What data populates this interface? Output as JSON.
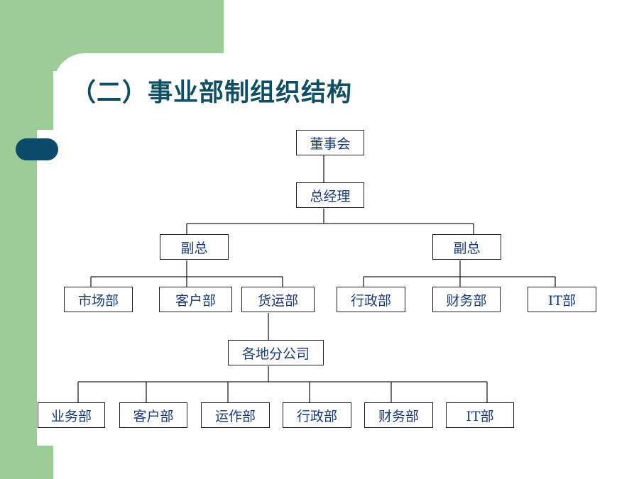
{
  "slide": {
    "title": "（二）事业部制组织结构"
  },
  "org_chart": {
    "board": "董事会",
    "general_manager": "总经理",
    "vp_left": "副总",
    "vp_right": "副总",
    "dept_market": "市场部",
    "dept_customer": "客户部",
    "dept_freight": "货运部",
    "dept_admin": "行政部",
    "dept_finance": "财务部",
    "dept_it": "IT部",
    "branch_offices": "各地分公司",
    "branch_business": "业务部",
    "branch_customer": "客户部",
    "branch_operations": "运作部",
    "branch_admin": "行政部",
    "branch_finance": "财务部",
    "branch_it": "IT部"
  },
  "colors": {
    "accent_green": "#9ccc98",
    "title_color": "#0e4f66",
    "node_text": "#1a3a7a",
    "bullet": "#0c4a6a"
  }
}
